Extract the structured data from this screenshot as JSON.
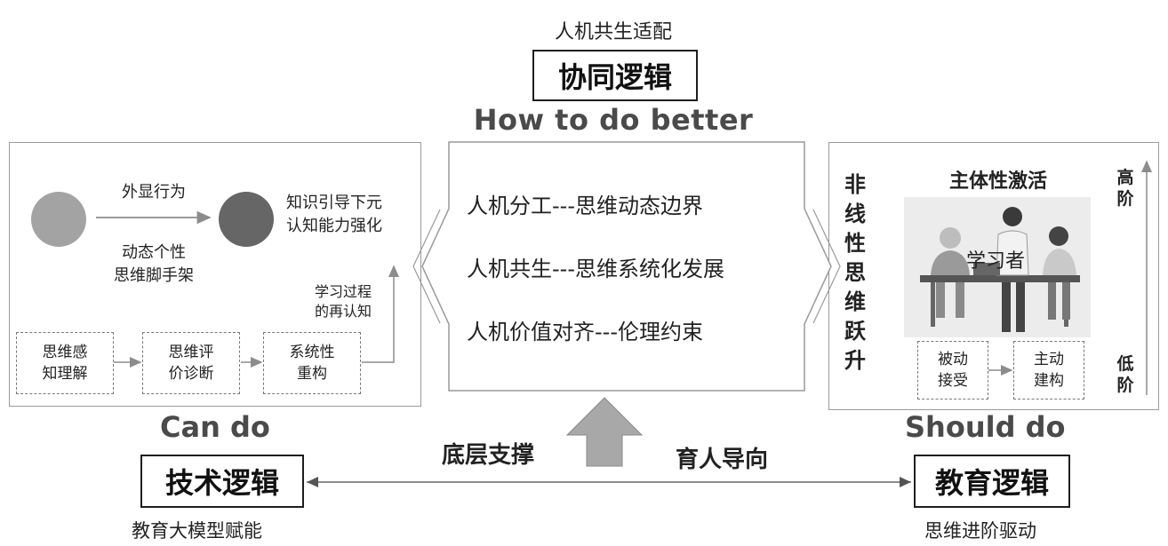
{
  "top": {
    "subtitle": "人机共生适配",
    "title": "协同逻辑",
    "english": "How to do better"
  },
  "center_panel": {
    "items": [
      "人机分工---思维动态边界",
      "人机共生---思维系统化发展",
      "人机价值对齐---伦理约束"
    ]
  },
  "left_panel": {
    "top_arrow_above": "外显行为",
    "top_arrow_below_1": "动态个性",
    "top_arrow_below_2": "思维脚手架",
    "right_label_1": "知识引导下元",
    "right_label_2": "认知能力强化",
    "up_arrow_label_1": "学习过程",
    "up_arrow_label_2": "的再认知",
    "steps": [
      {
        "line1": "思维感",
        "line2": "知理解"
      },
      {
        "line1": "思维评",
        "line2": "价诊断"
      },
      {
        "line1": "系统性",
        "line2": "重构"
      }
    ]
  },
  "right_panel": {
    "vertical_text": "非线性思维跃升",
    "heading": "主体性激活",
    "image_label": "学习者",
    "scale_top": "高阶",
    "scale_bottom": "低阶",
    "step_from": {
      "line1": "被动",
      "line2": "接受"
    },
    "step_to": {
      "line1": "主动",
      "line2": "建构"
    }
  },
  "bottom": {
    "left_english": "Can do",
    "left_title": "技术逻辑",
    "left_caption": "教育大模型赋能",
    "right_english": "Should do",
    "right_title": "教育逻辑",
    "right_caption": "思维进阶驱动",
    "support_label": "底层支撑",
    "orientation_label": "育人导向"
  },
  "colors": {
    "circle_light": "#a3a3a3",
    "circle_dark": "#666666",
    "arrow_gray": "#8c8c8c",
    "big_arrow": "#a8a8a8",
    "border": "#9a9a9a"
  }
}
